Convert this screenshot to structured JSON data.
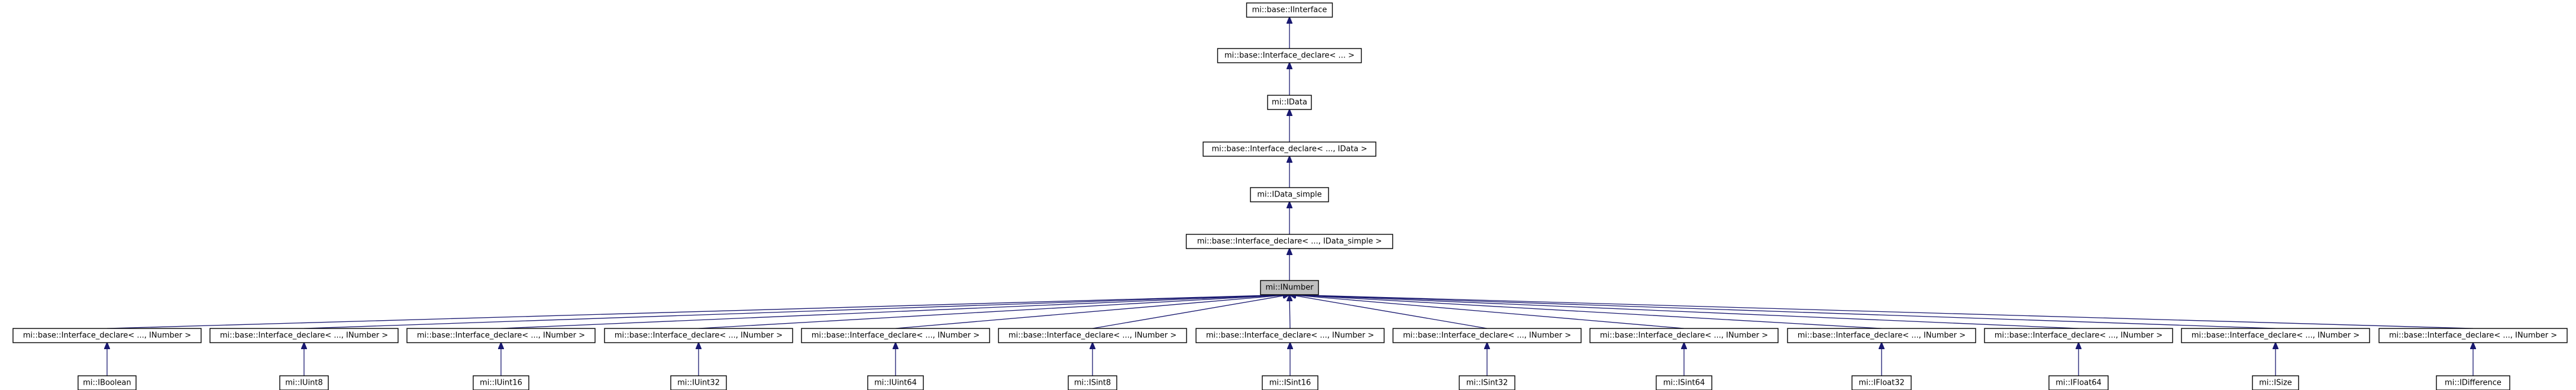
{
  "nodes": [
    {
      "id": "interface",
      "label": "mi::base::IInterface",
      "highlight": false
    },
    {
      "id": "decl_base",
      "label": "mi::base::Interface_declare< ... >",
      "highlight": false
    },
    {
      "id": "idata",
      "label": "mi::IData",
      "highlight": false
    },
    {
      "id": "decl_idata",
      "label": "mi::base::Interface_declare< ..., IData >",
      "highlight": false
    },
    {
      "id": "idata_simple",
      "label": "mi::IData_simple",
      "highlight": false
    },
    {
      "id": "decl_idata_simple",
      "label": "mi::base::Interface_declare< ..., IData_simple >",
      "highlight": false
    },
    {
      "id": "inumber",
      "label": "mi::INumber",
      "highlight": true
    },
    {
      "id": "decl_1",
      "label": "mi::base::Interface_declare< ..., INumber >",
      "highlight": false
    },
    {
      "id": "decl_2",
      "label": "mi::base::Interface_declare< ..., INumber >",
      "highlight": false
    },
    {
      "id": "decl_3",
      "label": "mi::base::Interface_declare< ..., INumber >",
      "highlight": false
    },
    {
      "id": "decl_4",
      "label": "mi::base::Interface_declare< ..., INumber >",
      "highlight": false
    },
    {
      "id": "decl_5",
      "label": "mi::base::Interface_declare< ..., INumber >",
      "highlight": false
    },
    {
      "id": "decl_6",
      "label": "mi::base::Interface_declare< ..., INumber >",
      "highlight": false
    },
    {
      "id": "decl_7",
      "label": "mi::base::Interface_declare< ..., INumber >",
      "highlight": false
    },
    {
      "id": "decl_8",
      "label": "mi::base::Interface_declare< ..., INumber >",
      "highlight": false
    },
    {
      "id": "decl_9",
      "label": "mi::base::Interface_declare< ..., INumber >",
      "highlight": false
    },
    {
      "id": "decl_10",
      "label": "mi::base::Interface_declare< ..., INumber >",
      "highlight": false
    },
    {
      "id": "decl_11",
      "label": "mi::base::Interface_declare< ..., INumber >",
      "highlight": false
    },
    {
      "id": "decl_12",
      "label": "mi::base::Interface_declare< ..., INumber >",
      "highlight": false
    },
    {
      "id": "decl_13",
      "label": "mi::base::Interface_declare< ..., INumber >",
      "highlight": false
    },
    {
      "id": "iboolean",
      "label": "mi::IBoolean",
      "highlight": false
    },
    {
      "id": "iuint8",
      "label": "mi::IUint8",
      "highlight": false
    },
    {
      "id": "iuint16",
      "label": "mi::IUint16",
      "highlight": false
    },
    {
      "id": "iuint32",
      "label": "mi::IUint32",
      "highlight": false
    },
    {
      "id": "iuint64",
      "label": "mi::IUint64",
      "highlight": false
    },
    {
      "id": "isint8",
      "label": "mi::ISint8",
      "highlight": false
    },
    {
      "id": "isint16",
      "label": "mi::ISint16",
      "highlight": false
    },
    {
      "id": "isint32",
      "label": "mi::ISint32",
      "highlight": false
    },
    {
      "id": "isint64",
      "label": "mi::ISint64",
      "highlight": false
    },
    {
      "id": "ifloat32",
      "label": "mi::IFloat32",
      "highlight": false
    },
    {
      "id": "ifloat64",
      "label": "mi::IFloat64",
      "highlight": false
    },
    {
      "id": "isize",
      "label": "mi::ISize",
      "highlight": false
    },
    {
      "id": "idifference",
      "label": "mi::IDifference",
      "highlight": false
    }
  ],
  "edges": [
    [
      "interface",
      "decl_base"
    ],
    [
      "decl_base",
      "idata"
    ],
    [
      "idata",
      "decl_idata"
    ],
    [
      "decl_idata",
      "idata_simple"
    ],
    [
      "idata_simple",
      "decl_idata_simple"
    ],
    [
      "decl_idata_simple",
      "inumber"
    ],
    [
      "inumber",
      "decl_1"
    ],
    [
      "inumber",
      "decl_2"
    ],
    [
      "inumber",
      "decl_3"
    ],
    [
      "inumber",
      "decl_4"
    ],
    [
      "inumber",
      "decl_5"
    ],
    [
      "inumber",
      "decl_6"
    ],
    [
      "inumber",
      "decl_7"
    ],
    [
      "inumber",
      "decl_8"
    ],
    [
      "inumber",
      "decl_9"
    ],
    [
      "inumber",
      "decl_10"
    ],
    [
      "inumber",
      "decl_11"
    ],
    [
      "inumber",
      "decl_12"
    ],
    [
      "inumber",
      "decl_13"
    ],
    [
      "decl_1",
      "iboolean"
    ],
    [
      "decl_2",
      "iuint8"
    ],
    [
      "decl_3",
      "iuint16"
    ],
    [
      "decl_4",
      "iuint32"
    ],
    [
      "decl_5",
      "iuint64"
    ],
    [
      "decl_6",
      "isint8"
    ],
    [
      "decl_7",
      "isint16"
    ],
    [
      "decl_8",
      "isint32"
    ],
    [
      "decl_9",
      "isint64"
    ],
    [
      "decl_10",
      "ifloat32"
    ],
    [
      "decl_11",
      "ifloat64"
    ],
    [
      "decl_12",
      "isize"
    ],
    [
      "decl_13",
      "idifference"
    ]
  ],
  "colors": {
    "edge": "#191970",
    "highlight_fill": "#bfbfbf",
    "node_border": "#000000"
  }
}
